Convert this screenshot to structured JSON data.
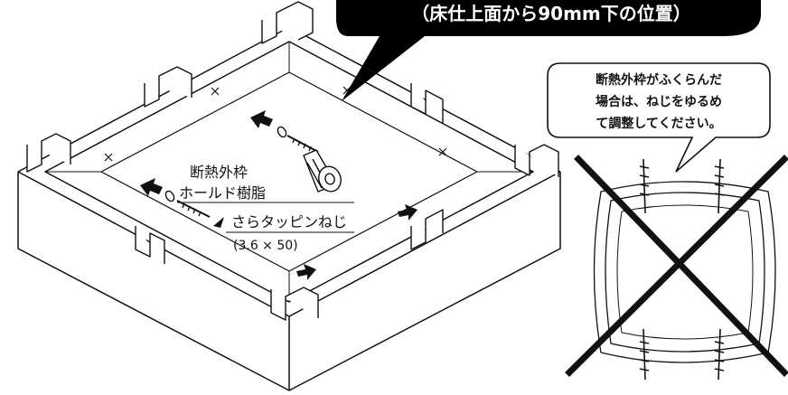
{
  "callout_top": {
    "text": "（床仕上面から90mm下の位置）"
  },
  "labels": {
    "holder_line1": "断熱外枠",
    "holder_line2": "ホールド樹脂",
    "screw_name": "さらタッピンねじ",
    "screw_size": "(3.6 × 50)"
  },
  "warning_bubble": {
    "line1": "断熱外枠がふくらんだ",
    "line2": "場合は、ねじをゆるめ",
    "line3": "て調整してください。"
  },
  "colors": {
    "line": "#111111",
    "background": "#ffffff",
    "callout_fill": "#000000",
    "callout_text": "#ffffff"
  },
  "icons": [
    "arrow-left-icon",
    "arrow-right-icon",
    "screw-icon",
    "anchor-plug-icon",
    "plus-mark-icon",
    "cross-out-icon"
  ]
}
